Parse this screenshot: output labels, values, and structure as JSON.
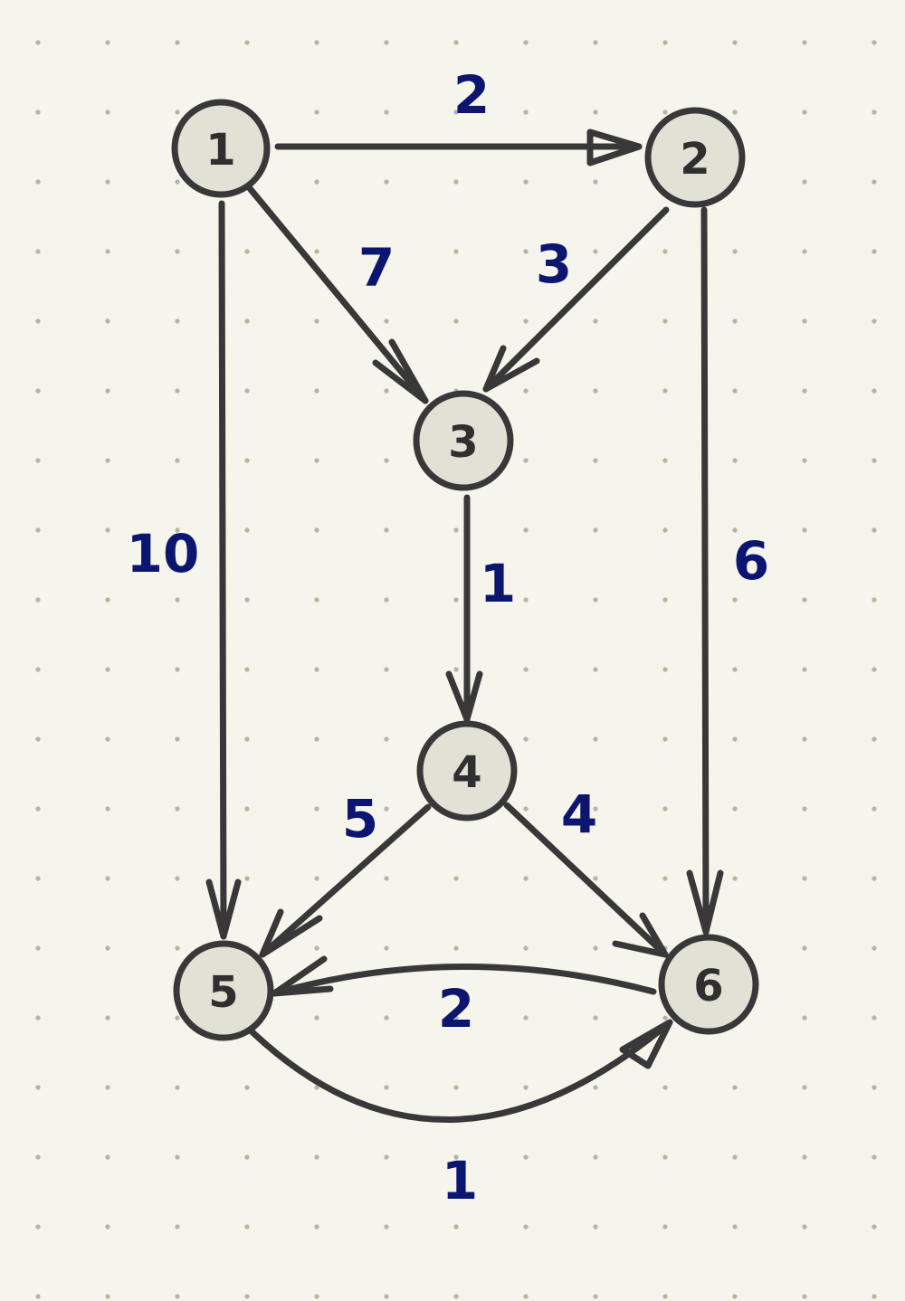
{
  "graph": {
    "nodes": [
      {
        "id": "1",
        "label": "1"
      },
      {
        "id": "2",
        "label": "2"
      },
      {
        "id": "3",
        "label": "3"
      },
      {
        "id": "4",
        "label": "4"
      },
      {
        "id": "5",
        "label": "5"
      },
      {
        "id": "6",
        "label": "6"
      }
    ],
    "edges": [
      {
        "from": "1",
        "to": "2",
        "weight": "2"
      },
      {
        "from": "1",
        "to": "3",
        "weight": "7"
      },
      {
        "from": "1",
        "to": "5",
        "weight": "10"
      },
      {
        "from": "2",
        "to": "3",
        "weight": "3"
      },
      {
        "from": "2",
        "to": "6",
        "weight": "6"
      },
      {
        "from": "3",
        "to": "4",
        "weight": "1"
      },
      {
        "from": "4",
        "to": "5",
        "weight": "5"
      },
      {
        "from": "4",
        "to": "6",
        "weight": "4"
      },
      {
        "from": "6",
        "to": "5",
        "weight": "2"
      },
      {
        "from": "5",
        "to": "6",
        "weight": "1"
      }
    ]
  },
  "colors": {
    "background": "#f6f5eb",
    "node_fill": "#e1e1d6",
    "stroke": "#383838",
    "weight_text": "#0c1670"
  }
}
